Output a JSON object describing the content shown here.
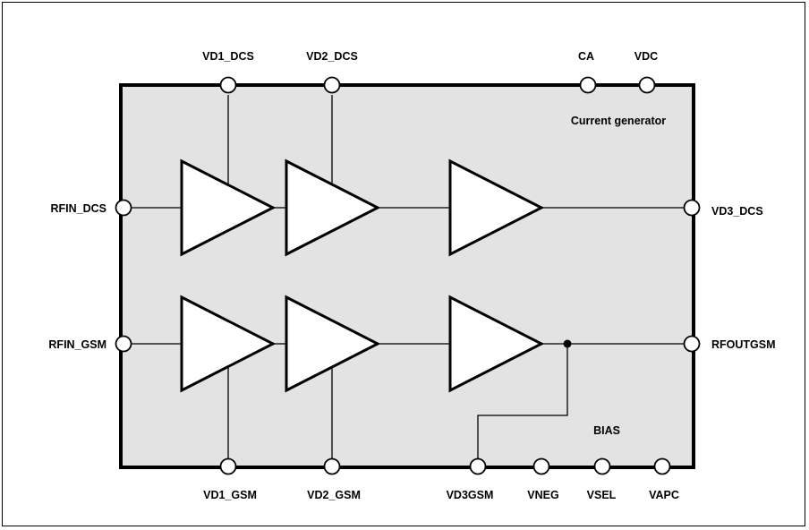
{
  "colors": {
    "package_fill": "#e3e3e3",
    "stroke": "#000000",
    "amp_fill": "#ffffff",
    "pad_fill": "#ffffff"
  },
  "pins": {
    "vd1_dcs": "VD1_DCS",
    "vd2_dcs": "VD2_DCS",
    "ca": "CA",
    "vdc": "VDC",
    "rfin_dcs": "RFIN_DCS",
    "vd3_dcs": "VD3_DCS",
    "rfin_gsm": "RFIN_GSM",
    "rfoutgsm": "RFOUTGSM",
    "vd1_gsm": "VD1_GSM",
    "vd2_gsm": "VD2_GSM",
    "vd3gsm": "VD3GSM",
    "vneg": "VNEG",
    "vsel": "VSEL",
    "vapc": "VAPC"
  },
  "blocks": {
    "current_generator": "Current generator",
    "bias": "BIAS"
  }
}
